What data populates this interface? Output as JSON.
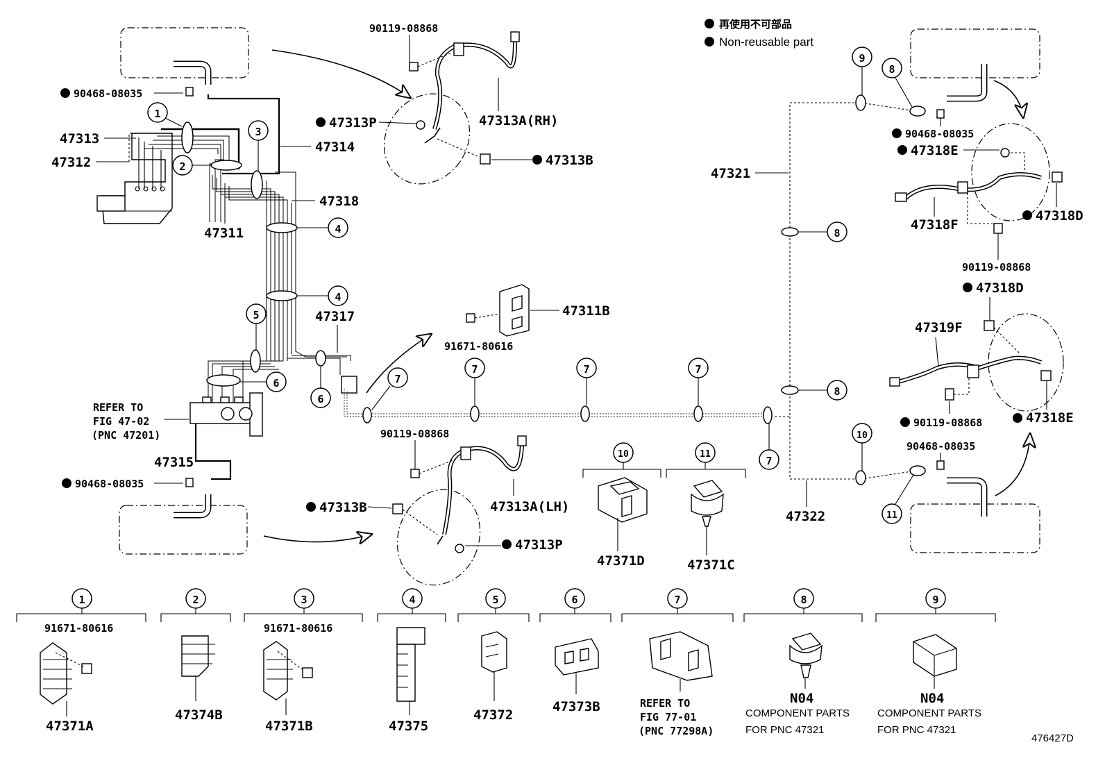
{
  "legend": {
    "line1": "再使用不可部品",
    "line2": "Non-reusable part"
  },
  "figure_id": "476427D",
  "labels": {
    "p90119_08868_top": "90119-08868",
    "p90468_08035_top": "90468-08035",
    "p47313": "47313",
    "p47312": "47312",
    "p47314": "47314",
    "p47318": "47318",
    "p47311": "47311",
    "p47313P_top": "47313P",
    "p47313A_RH": "47313A(RH)",
    "p47313B_top": "47313B",
    "p47317": "47317",
    "p47311B": "47311B",
    "p91671_80616_mid": "91671-80616",
    "refer1_l1": "REFER TO",
    "refer1_l2": "FIG 47-02",
    "refer1_l3": "(PNC 47201)",
    "p47315": "47315",
    "p90468_08035_bot": "90468-08035",
    "p90119_08868_mid": "90119-08868",
    "p47313B_bot": "47313B",
    "p47313A_LH": "47313A(LH)",
    "p47313P_bot": "47313P",
    "p47371D": "47371D",
    "p47371C": "47371C",
    "p47321": "47321",
    "p47322": "47322",
    "p90468_08035_r1": "90468-08035",
    "p47318E_r1": "47318E",
    "p47318F": "47318F",
    "p47318D_r1": "47318D",
    "p90119_08868_r1": "90119-08868",
    "p47318D_r2": "47318D",
    "p47319F": "47319F",
    "p90119_08868_r2": "90119-08868",
    "p47318E_r2": "47318E",
    "p90468_08035_r2": "90468-08035"
  },
  "callouts": {
    "c1": "1",
    "c2": "2",
    "c3": "3",
    "c4": "4",
    "c5": "5",
    "c6": "6",
    "c7": "7",
    "c8": "8",
    "c9": "9",
    "c10": "10",
    "c11": "11"
  },
  "bottom_row": [
    {
      "num": "1",
      "bolt": "91671-80616",
      "part": "47371A"
    },
    {
      "num": "2",
      "part": "47374B"
    },
    {
      "num": "3",
      "bolt": "91671-80616",
      "part": "47371B"
    },
    {
      "num": "4",
      "part": "47375"
    },
    {
      "num": "5",
      "part": "47372"
    },
    {
      "num": "6",
      "part": "47373B"
    },
    {
      "num": "7",
      "ref1": "REFER TO",
      "ref2": "FIG 77-01",
      "ref3": "(PNC 77298A)"
    },
    {
      "num": "8",
      "part": "N04",
      "comp1": "COMPONENT PARTS",
      "comp2": "FOR PNC 47321"
    },
    {
      "num": "9",
      "part": "N04",
      "comp1": "COMPONENT PARTS",
      "comp2": "FOR PNC 47321"
    }
  ]
}
